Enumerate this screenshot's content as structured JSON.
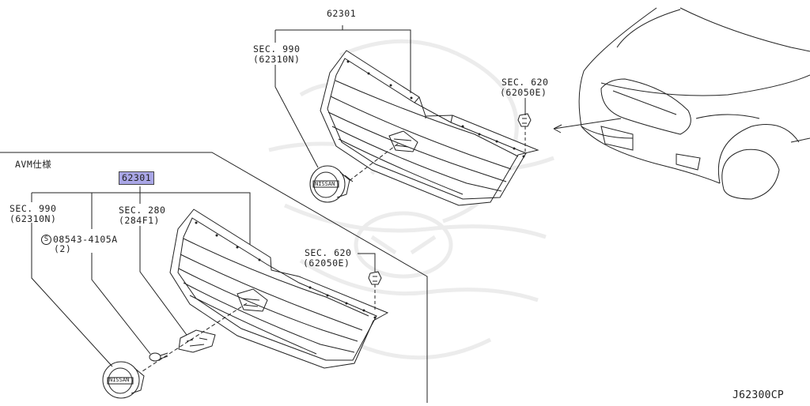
{
  "diagram": {
    "top_group": {
      "part_number": "62301",
      "sec_990": "SEC. 990",
      "sec_990_ref": "(62310N)",
      "sec_620": "SEC. 620",
      "sec_620_ref": "(62050E)"
    },
    "avm_group": {
      "heading": "AVM仕様",
      "part_number": "62301",
      "sec_990": "SEC. 990",
      "sec_990_ref": "(62310N)",
      "sec_280": "SEC. 280",
      "sec_280_ref": "(284F1)",
      "screw_symbol": "S",
      "screw_part": "08543-4105A",
      "screw_qty": "(2)",
      "sec_620": "SEC. 620",
      "sec_620_ref": "(62050E)"
    },
    "badge_text": "NISSAN",
    "diagram_code": "J62300CP",
    "highlight_color": "#a9a6e6"
  }
}
